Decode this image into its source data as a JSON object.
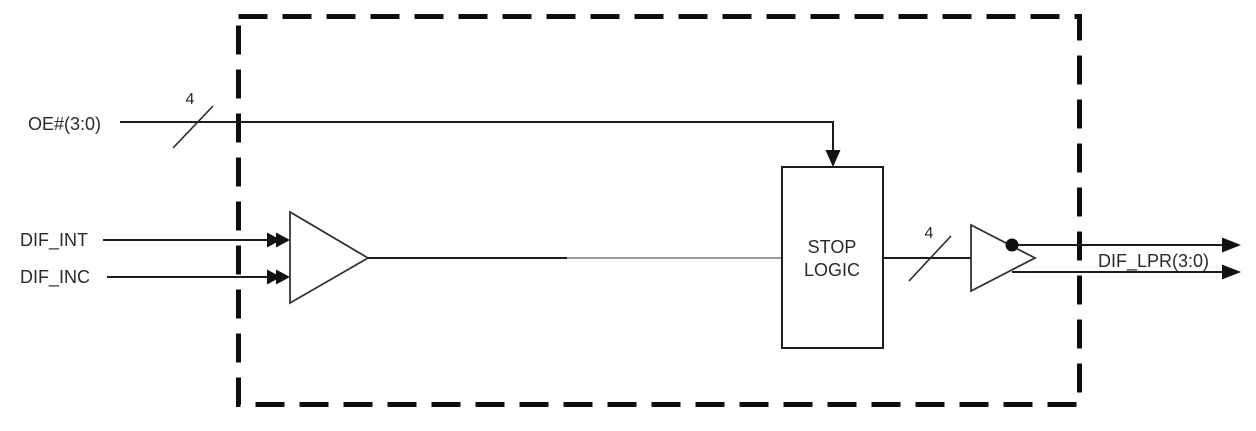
{
  "colors": {
    "ink": "#1c1c1c",
    "faded_line": "#9a9a9a",
    "background": "#ffffff"
  },
  "diagram": {
    "inputs": {
      "oe": {
        "label": "OE#(3:0)",
        "bus_width": "4"
      },
      "dif_int": {
        "label": "DIF_INT"
      },
      "dif_inc": {
        "label": "DIF_INC"
      }
    },
    "blocks": {
      "stop_logic": {
        "line1": "STOP",
        "line2": "LOGIC"
      }
    },
    "output": {
      "label": "DIF_LPR(3:0)",
      "bus_width": "4"
    }
  }
}
